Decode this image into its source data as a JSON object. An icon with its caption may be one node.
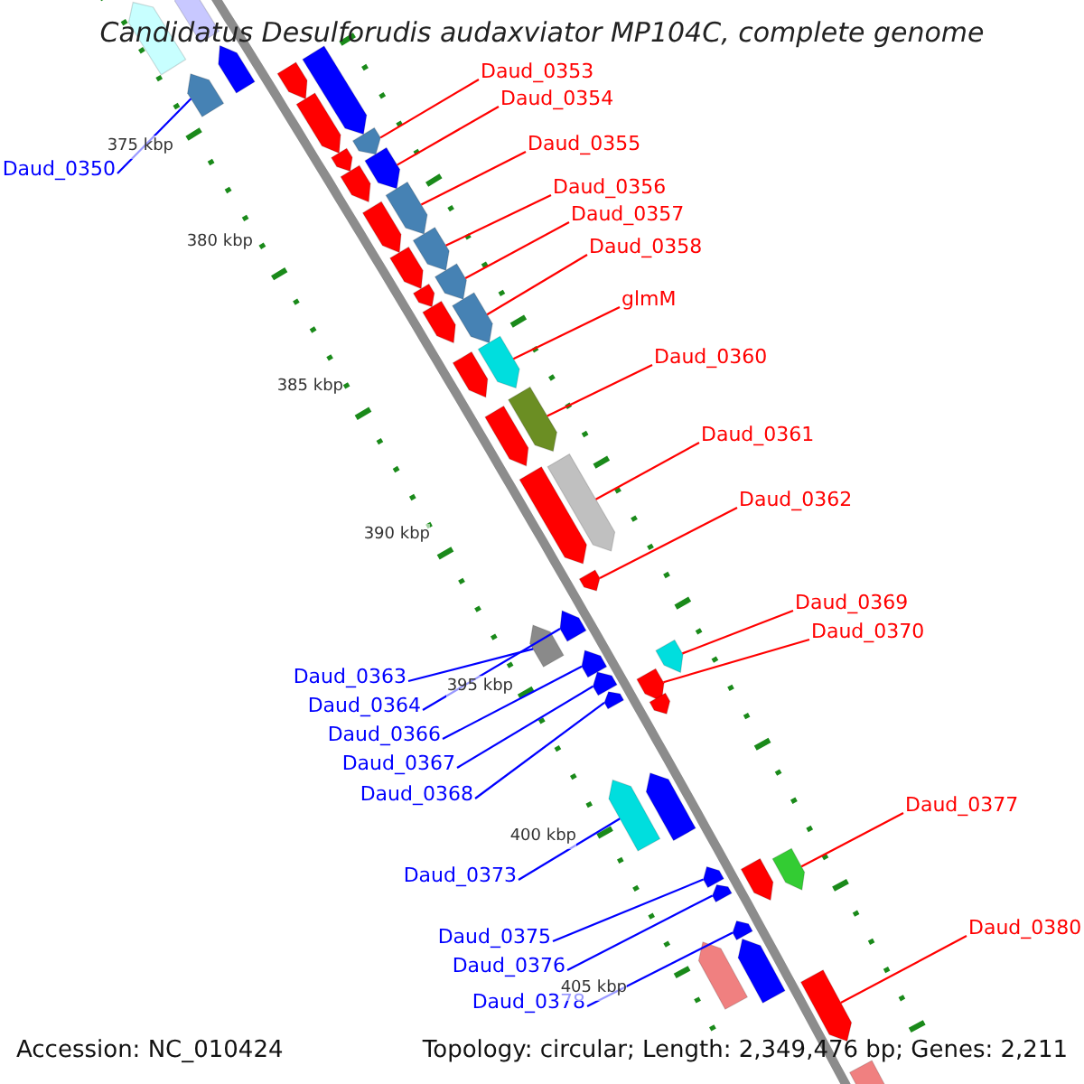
{
  "diagram": {
    "title": "Candidatus Desulforudis audaxviator MP104C, complete genome",
    "nodes": [
      {
        "text": [
          "Daud_0353"
        ]
      },
      {
        "text": [],
        "shape": "bar"
      },
      {
        "text": [
          "Daud_0354"
        ]
      },
      {
        "text": [],
        "shape": "bar"
      },
      {
        "text": [
          "Daud_0355"
        ]
      },
      {
        "text": [],
        "shape": "bar"
      },
      {
        "text": [
          "Daud_0350"
        ]
      },
      {
        "text": [],
        "shape": "bar"
      },
      {
        "text": [
          "Daud_0356"
        ]
      },
      {
        "text": [],
        "shape": "bar"
      },
      {
        "text": [
          "Daud_0357"
        ]
      },
      {
        "text": [],
        "shape": "bar"
      },
      {
        "text": [
          "Daud_0358"
        ]
      },
      {
        "text": [],
        "shape": "bar"
      },
      {
        "text": [
          "glmM"
        ]
      },
      {
        "text": [],
        "shape": "bar"
      },
      {
        "text": [
          "Daud_0360"
        ]
      },
      {
        "text": [],
        "shape": "bar"
      },
      {
        "text": [
          "Daud_0361"
        ]
      },
      {
        "text": [],
        "shape": "bar"
      },
      {
        "text": [
          "Daud_0362"
        ]
      },
      {
        "text": [],
        "shape": "bar"
      },
      {
        "text": [
          "Daud_0369"
        ]
      },
      {
        "text": [],
        "shape": "bar"
      },
      {
        "text": [
          "Daud_0370"
        ]
      },
      {
        "text": [],
        "shape": "bar"
      },
      {
        "text": [
          "Daud_0363"
        ]
      },
      {
        "text": [],
        "shape": "bar"
      },
      {
        "text": [
          "Daud_0364"
        ]
      },
      {
        "text": [],
        "shape": "bar"
      },
      {
        "text": [
          "Daud_0366"
        ]
      },
      {
        "text": [],
        "shape": "bar"
      },
      {
        "text": [
          "Daud_0367"
        ]
      },
      {
        "text": [],
        "shape": "bar"
      },
      {
        "text": [
          "Daud_0368"
        ]
      },
      {
        "text": [],
        "shape": "bar"
      },
      {
        "text": [
          "Daud_0377"
        ]
      },
      {
        "text": [],
        "shape": "bar"
      },
      {
        "text": [
          "Daud_0373"
        ]
      },
      {
        "text": [],
        "shape": "bar"
      },
      {
        "text": [
          "Daud_0380"
        ]
      },
      {
        "text": [],
        "shape": "bar"
      },
      {
        "text": [
          "Daud_0375"
        ]
      },
      {
        "text": [],
        "shape": "bar"
      },
      {
        "text": [
          "Daud_0376"
        ]
      },
      {
        "text": [],
        "shape": "bar"
      },
      {
        "text": [
          "Daud_0378"
        ]
      },
      {
        "text": [],
        "shape": "bar"
      },
      {
        "text": [],
        "shape": "bar"
      },
      {
        "text": [],
        "shape": "bar"
      },
      {
        "text": [],
        "shape": "bar"
      },
      {
        "text": [],
        "shape": "bar"
      },
      {
        "text": [],
        "shape": "bar"
      },
      {
        "text": [],
        "shape": "bar"
      },
      {
        "text": [],
        "shape": "bar"
      },
      {
        "text": [],
        "shape": "bar"
      },
      {
        "text": [],
        "shape": "bar"
      },
      {
        "text": [],
        "shape": "bar"
      },
      {
        "text": [],
        "shape": "bar"
      },
      {
        "text": [],
        "shape": "bar"
      },
      {
        "text": [],
        "shape": "bar"
      },
      {
        "text": [],
        "shape": "bar"
      },
      {
        "text": [],
        "shape": "bar"
      },
      {
        "text": [],
        "shape": "bar"
      },
      {
        "text": [],
        "shape": "bar"
      },
      {
        "text": [],
        "shape": "bar"
      },
      {
        "text": [],
        "shape": "bar"
      },
      {
        "text": [],
        "shape": "bar"
      },
      {
        "text": [],
        "shape": "bar"
      }
    ],
    "edges": [
      {
        "from": 0,
        "to": 1,
        "arrow": "none"
      },
      {
        "from": 2,
        "to": 3,
        "arrow": "none"
      },
      {
        "from": 4,
        "to": 5,
        "arrow": "none"
      },
      {
        "from": 6,
        "to": 7,
        "arrow": "none",
        "color": "#0000ff"
      },
      {
        "from": 8,
        "to": 9,
        "arrow": "none"
      },
      {
        "from": 10,
        "to": 11,
        "arrow": "none"
      },
      {
        "from": 12,
        "to": 13,
        "arrow": "none"
      },
      {
        "from": 14,
        "to": 15,
        "arrow": "none"
      },
      {
        "from": 16,
        "to": 17,
        "arrow": "none"
      },
      {
        "from": 18,
        "to": 19,
        "arrow": "none"
      },
      {
        "from": 20,
        "to": 21,
        "arrow": "none"
      },
      {
        "from": 22,
        "to": 23,
        "arrow": "none"
      },
      {
        "from": 24,
        "to": 25,
        "arrow": "none"
      },
      {
        "from": 26,
        "to": 27,
        "arrow": "none",
        "color": "#0000ff"
      },
      {
        "from": 28,
        "to": 29,
        "arrow": "none",
        "color": "#0000ff"
      },
      {
        "from": 30,
        "to": 31,
        "arrow": "none",
        "color": "#0000ff"
      },
      {
        "from": 32,
        "to": 33,
        "arrow": "none",
        "color": "#0000ff"
      },
      {
        "from": 34,
        "to": 35,
        "arrow": "none",
        "color": "#0000ff"
      },
      {
        "from": 36,
        "to": 37,
        "arrow": "none"
      },
      {
        "from": 38,
        "to": 39,
        "arrow": "none",
        "color": "#0000ff"
      },
      {
        "from": 40,
        "to": 41,
        "arrow": "none"
      },
      {
        "from": 42,
        "to": 43,
        "arrow": "none",
        "color": "#0000ff"
      },
      {
        "from": 44,
        "to": 45,
        "arrow": "none",
        "color": "#0000ff"
      },
      {
        "from": 46,
        "to": 47,
        "arrow": "none",
        "color": "#0000ff"
      }
    ],
    "labels": [
      "375 kbp",
      "380 kbp",
      "385 kbp",
      "390 kbp",
      "395 kbp",
      "400 kbp",
      "405 kbp",
      "Accession: NC_010424",
      "Topology: circular; Length: 2,349,476 bp; Genes: 2,211"
    ]
  }
}
